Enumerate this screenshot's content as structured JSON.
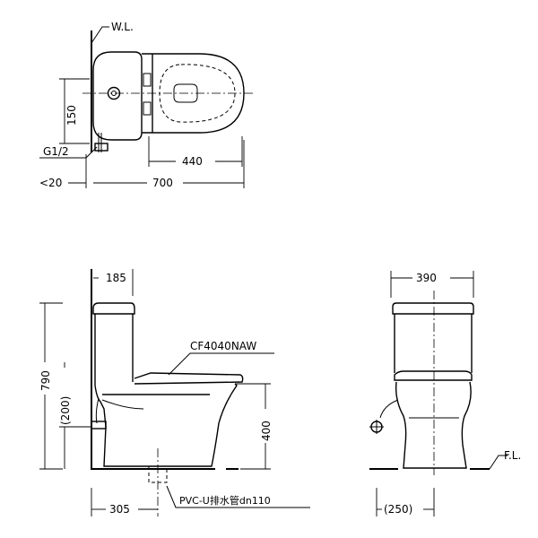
{
  "labels": {
    "water_level": "W.L.",
    "floor_level": "F.L.",
    "inlet_thread": "G1/2",
    "model": "CF4040NAW",
    "drain_pipe": "PVC-U排水管dn110"
  },
  "dimensions": {
    "top_inlet_offset": "150",
    "top_seat_length": "440",
    "top_wall_gap": "<20",
    "top_total_length": "700",
    "side_tank_depth": "185",
    "side_total_height": "790",
    "side_inlet_height": "(200)",
    "side_seat_height": "400",
    "side_drain_offset": "305",
    "front_width": "390",
    "front_inlet_offset": "(250)"
  }
}
